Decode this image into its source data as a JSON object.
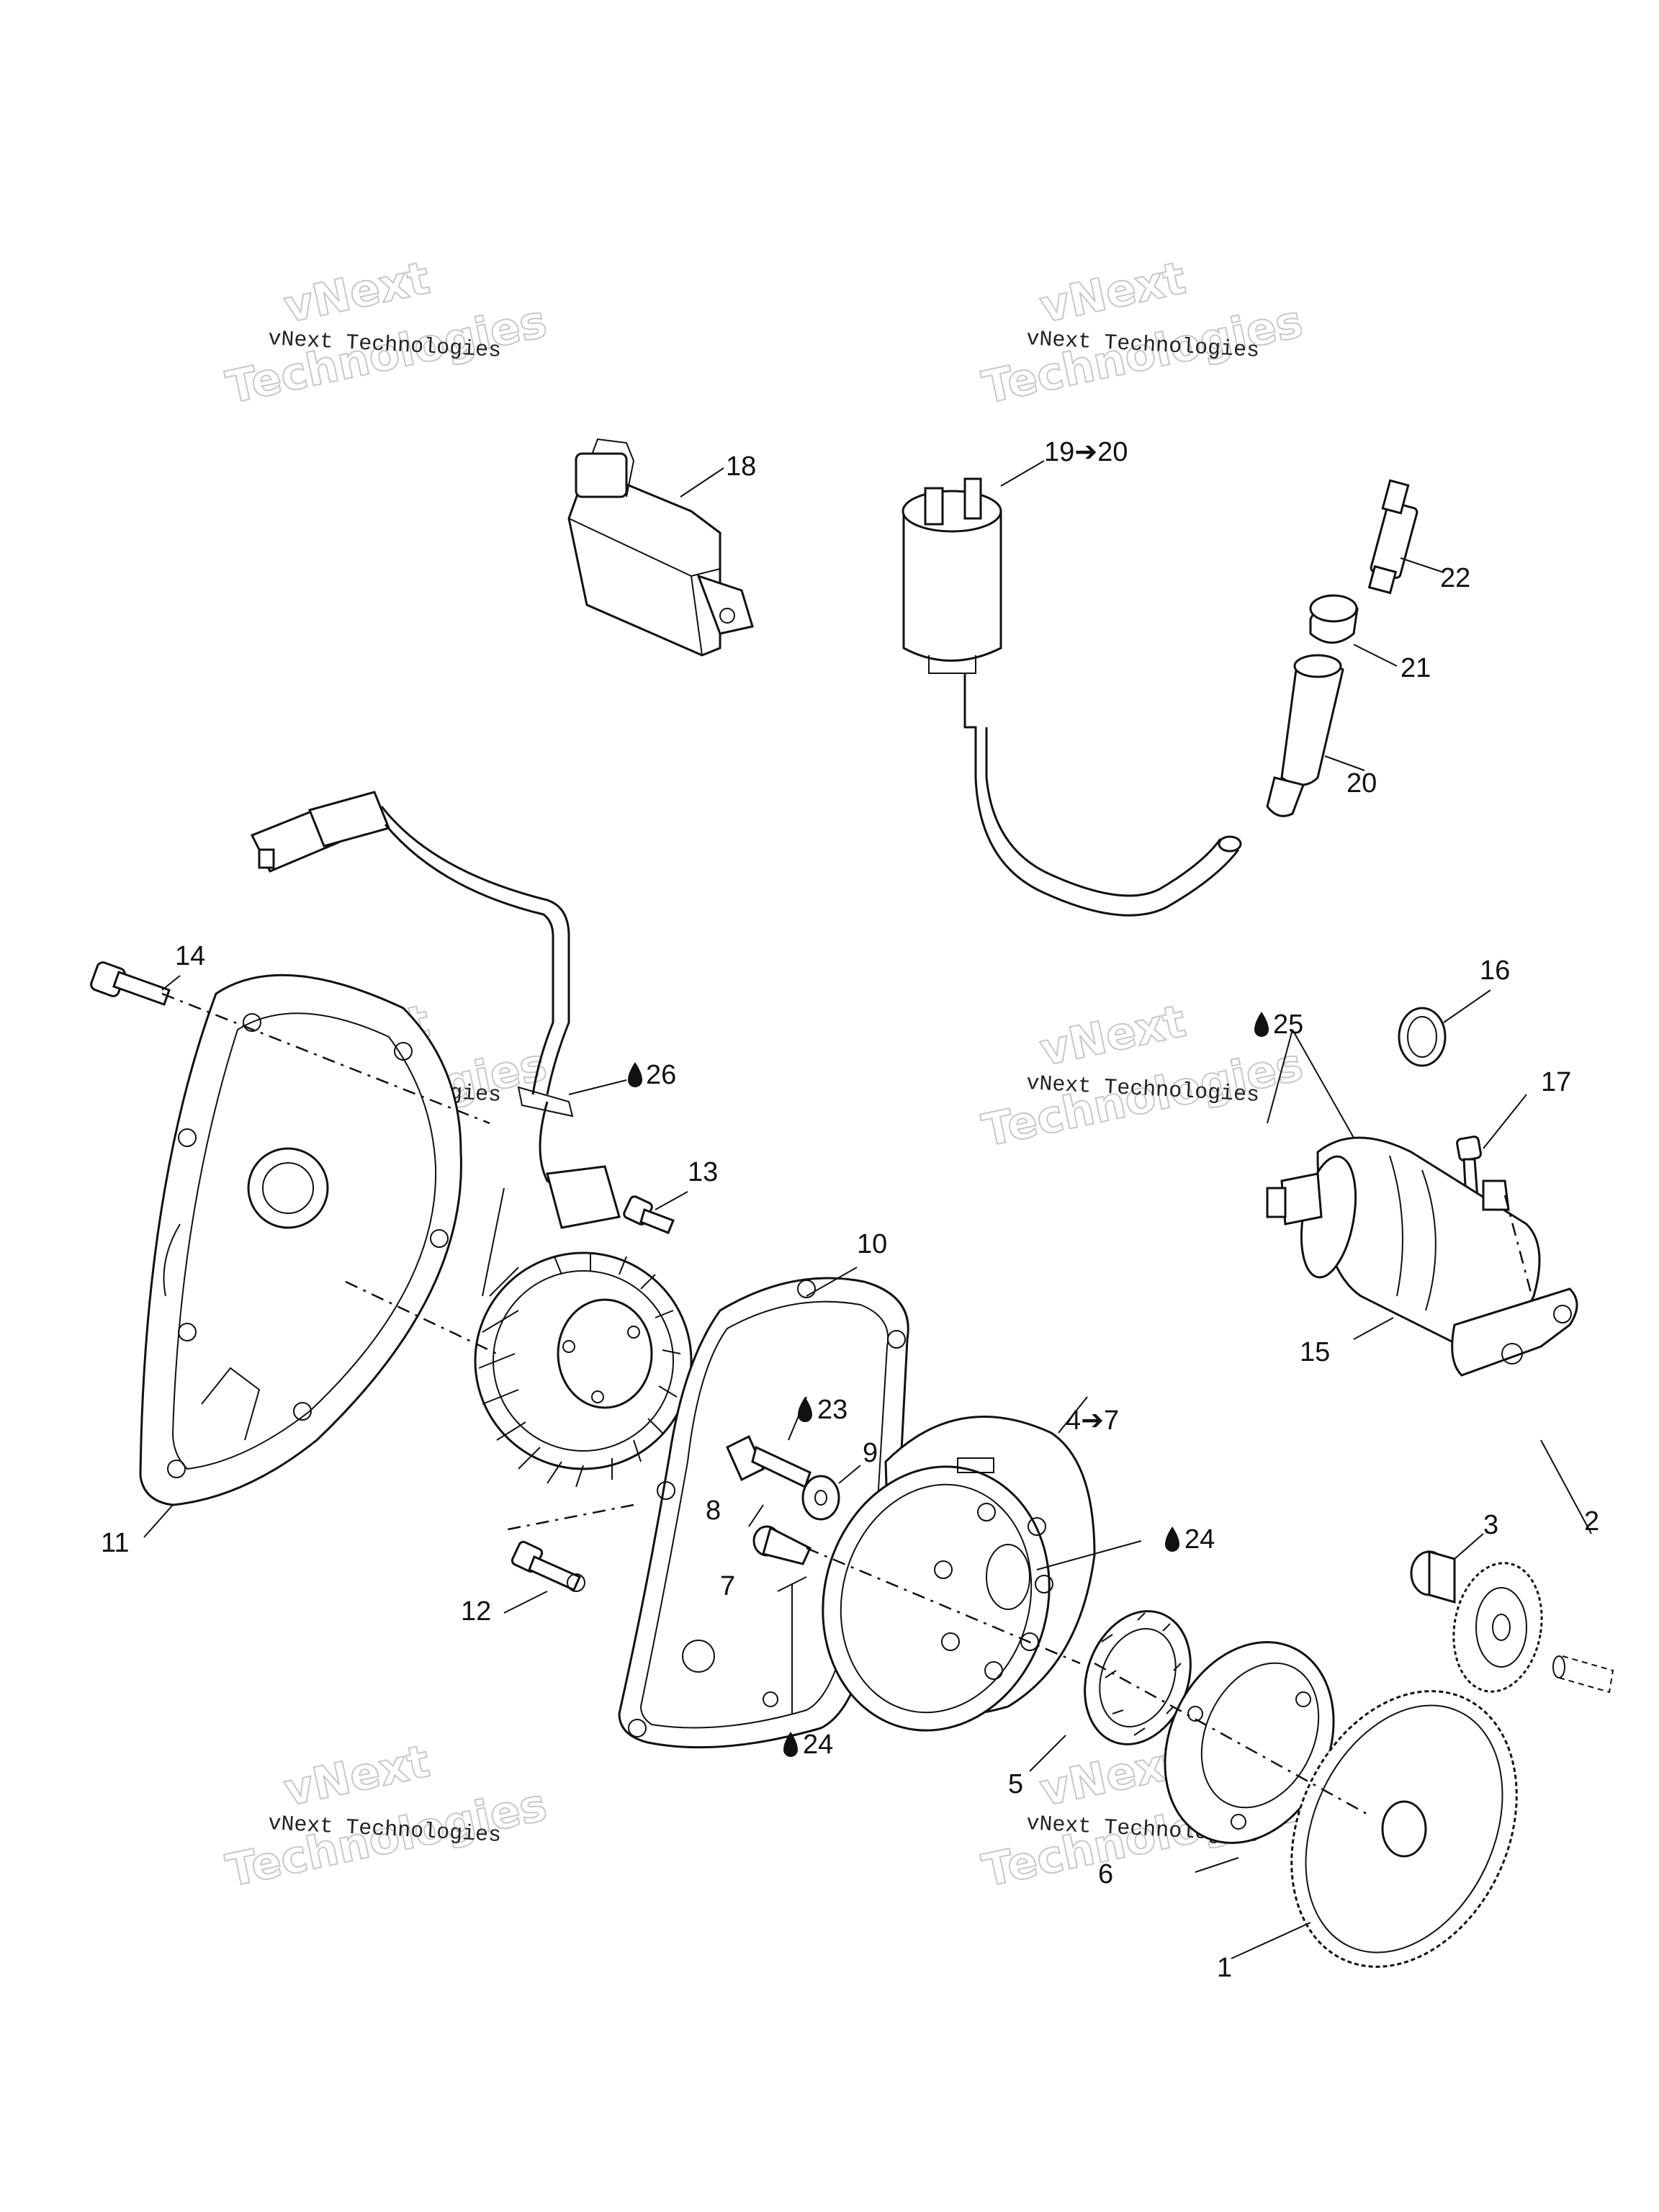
{
  "watermark": {
    "line1": "vNext Technologies",
    "line2": "vNext",
    "line3": "Technologies"
  },
  "callouts": [
    {
      "id": "c1",
      "text": "1"
    },
    {
      "id": "c2",
      "text": "2"
    },
    {
      "id": "c3",
      "text": "3"
    },
    {
      "id": "c4",
      "text": "4➔7"
    },
    {
      "id": "c5",
      "text": "5"
    },
    {
      "id": "c6",
      "text": "6"
    },
    {
      "id": "c7",
      "text": "7"
    },
    {
      "id": "c8",
      "text": "8"
    },
    {
      "id": "c9",
      "text": "9"
    },
    {
      "id": "c10",
      "text": "10"
    },
    {
      "id": "c11",
      "text": "11"
    },
    {
      "id": "c12",
      "text": "12"
    },
    {
      "id": "c13",
      "text": "13"
    },
    {
      "id": "c14",
      "text": "14"
    },
    {
      "id": "c15",
      "text": "15"
    },
    {
      "id": "c16",
      "text": "16"
    },
    {
      "id": "c17",
      "text": "17"
    },
    {
      "id": "c18",
      "text": "18"
    },
    {
      "id": "c19",
      "text": "19➔20"
    },
    {
      "id": "c20",
      "text": "20"
    },
    {
      "id": "c21",
      "text": "21"
    },
    {
      "id": "c22",
      "text": "22"
    },
    {
      "id": "c23",
      "text": "23"
    },
    {
      "id": "c24a",
      "text": "24"
    },
    {
      "id": "c24b",
      "text": "24"
    },
    {
      "id": "c25",
      "text": "25"
    },
    {
      "id": "c26",
      "text": "26"
    }
  ]
}
